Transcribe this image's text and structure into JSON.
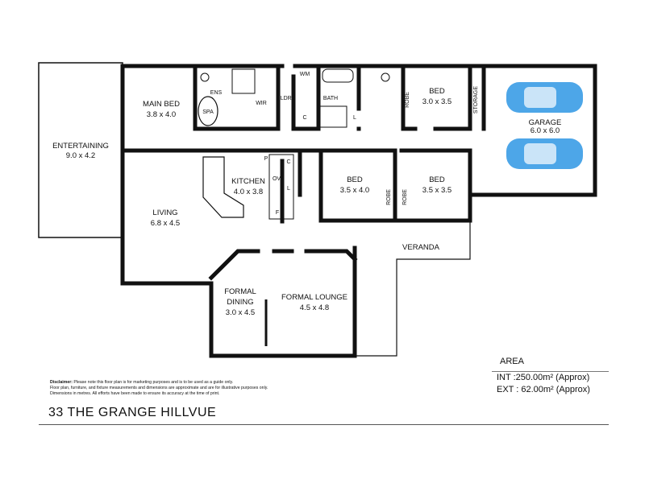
{
  "rooms": {
    "entertaining": {
      "name": "ENTERTAINING",
      "size": "9.0 x 4.2"
    },
    "main_bed": {
      "name": "MAIN BED",
      "size": "3.8 x 4.0"
    },
    "ens": "ENS",
    "spa": "SPA",
    "wir": "WIR",
    "ldry": "LDRY",
    "wm": "WM",
    "bath": "BATH",
    "c_ldry": "C",
    "l_bath": "L",
    "bed_top": {
      "name": "BED",
      "size": "3.0 x 3.5"
    },
    "robe_top": "ROBE",
    "storage": "STORAGE",
    "garage": {
      "name": "GARAGE",
      "size": "6.0 x 6.0"
    },
    "kitchen": {
      "name": "KITCHEN",
      "size": "4.0 x 3.8"
    },
    "p": "P",
    "c_kitchen": "C",
    "ov": "OV",
    "l_kitchen": "L",
    "f": "F",
    "living": {
      "name": "LIVING",
      "size": "6.8 x 4.5"
    },
    "bed_mid": {
      "name": "BED",
      "size": "3.5 x 4.0"
    },
    "robe_mid1": "ROBE",
    "robe_mid2": "ROBE",
    "bed_right": {
      "name": "BED",
      "size": "3.5 x 3.5"
    },
    "veranda": "VERANDA",
    "formal_dining": {
      "line1": "FORMAL",
      "line2": "DINING",
      "size": "3.0 x 4.5"
    },
    "formal_lounge": {
      "name": "FORMAL LOUNGE",
      "size": "4.5 x 4.8"
    }
  },
  "area": {
    "title": "AREA",
    "int": "INT  :250.00m² (Approx)",
    "ext": "EXT  :  62.00m² (Approx)"
  },
  "disclaimer": {
    "label": "Disclaimer:",
    "text1": " Please note this floor plan is for marketing purposes and is to be used as a guide only.",
    "text2": "Floor plan, furniture, and fixture measurements and dimensions are approximate and are for illustrative purposes only.",
    "text3": "Dimensions in metres. All efforts have been made to ensure its accuracy at the time of print."
  },
  "address": "33 THE GRANGE HILLVUE",
  "colors": {
    "car": "#4da6e8",
    "wall": "#111111"
  }
}
